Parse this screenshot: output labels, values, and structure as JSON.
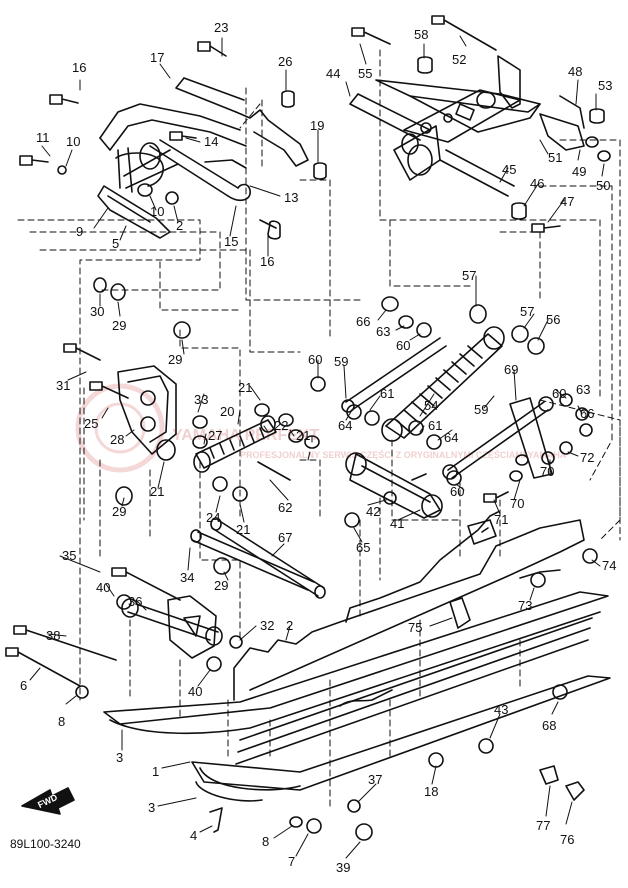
{
  "diagram": {
    "diagram_code": "89L100-3240",
    "forward_label": "FWD",
    "watermark": {
      "main": "YAMAHA PERFEKT",
      "sub": "PROFESJONALNY SERWIS CZĘŚCI Z ORYGINALNYMI CZĘŚCIAMI YAMAHA"
    },
    "colors": {
      "line": "#111111",
      "watermark": "#e7a9a9",
      "background": "#ffffff"
    },
    "callouts": [
      "23",
      "58",
      "52",
      "16",
      "17",
      "26",
      "44",
      "55",
      "48",
      "53",
      "11",
      "10",
      "14",
      "19",
      "51",
      "49",
      "50",
      "13",
      "45",
      "46",
      "47",
      "9",
      "10",
      "2",
      "5",
      "15",
      "16",
      "57",
      "30",
      "29",
      "66",
      "63",
      "60",
      "57",
      "56",
      "29",
      "60",
      "59",
      "69",
      "31",
      "33",
      "61",
      "60",
      "63",
      "66",
      "25",
      "28",
      "20",
      "27",
      "21",
      "22",
      "21",
      "54",
      "64",
      "61",
      "64",
      "59",
      "72",
      "21",
      "42",
      "60",
      "62",
      "70",
      "70",
      "71",
      "41",
      "29",
      "24",
      "21",
      "65",
      "67",
      "74",
      "35",
      "34",
      "29",
      "73",
      "40",
      "36",
      "32",
      "2",
      "75",
      "38",
      "6",
      "40",
      "8",
      "3",
      "43",
      "68",
      "1",
      "37",
      "18",
      "3",
      "FWD",
      "77",
      "4",
      "8",
      "7",
      "39",
      "76"
    ]
  }
}
